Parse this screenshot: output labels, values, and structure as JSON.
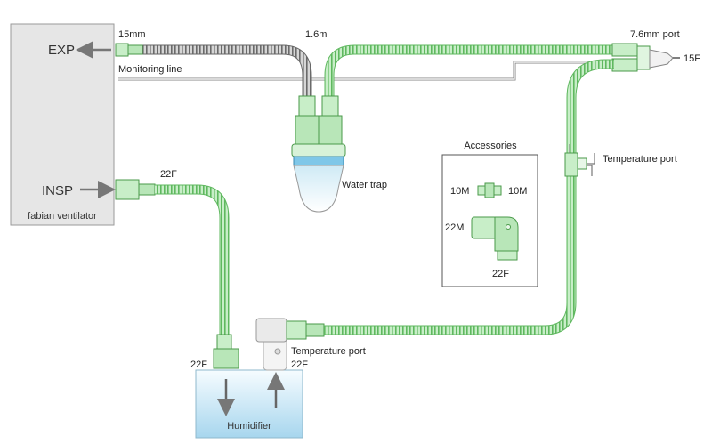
{
  "ventilator": {
    "name": "fabian ventilator",
    "exp": "EXP",
    "insp": "INSP"
  },
  "labels": {
    "exp_connector": "15mm",
    "exp_length": "1.6m",
    "port_top_right": "7.6mm port",
    "wye_size": "15F",
    "monitoring_line": "Monitoring line",
    "insp_size": "22F",
    "water_trap": "Water trap",
    "temp_port_right": "Temperature port",
    "temp_port_bottom": "Temperature port",
    "humidifier_left": "22F",
    "humidifier_right": "22F",
    "humidifier": "Humidifier"
  },
  "accessories": {
    "title": "Accessories",
    "left": "10M",
    "right": "10M",
    "elbow_left": "22M",
    "elbow_bottom": "22F"
  },
  "colors": {
    "tube_green": "#7ed07e",
    "tube_dark": "#555555",
    "ventilator_fill": "#e6e6e6",
    "humidifier_top": "#f4fbff",
    "humidifier_bottom": "#a9d8ef"
  }
}
